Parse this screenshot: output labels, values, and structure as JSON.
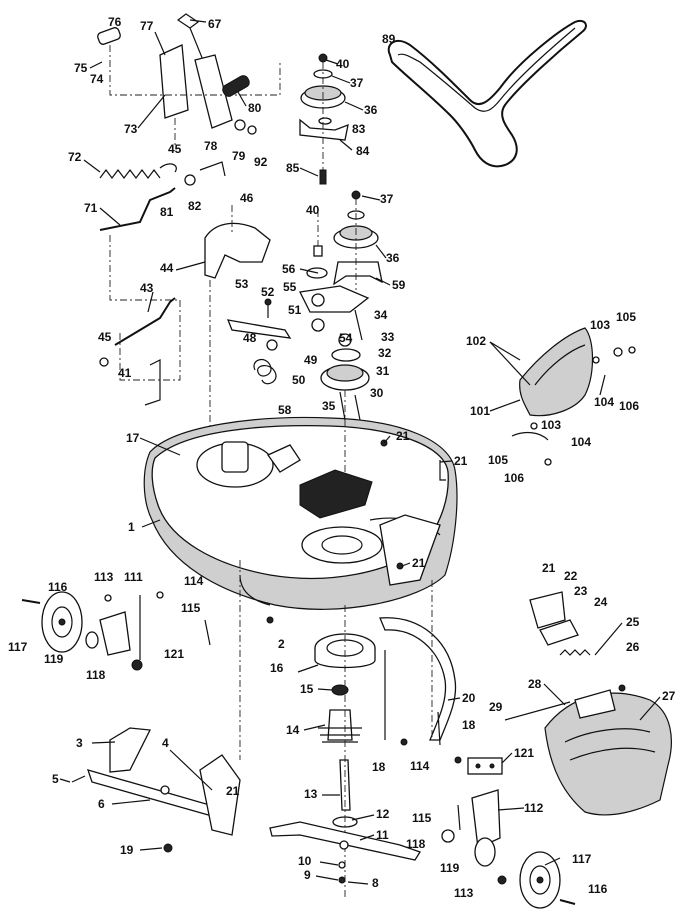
{
  "labels": {
    "p76": "76",
    "p77": "77",
    "p67": "67",
    "p75": "75",
    "p74": "74",
    "p73": "73",
    "p80": "80",
    "p78": "78",
    "p79": "79",
    "p92": "92",
    "p72": "72",
    "p45a": "45",
    "p81": "81",
    "p82": "82",
    "p71": "71",
    "p46": "46",
    "p44": "44",
    "p43": "43",
    "p45b": "45",
    "p41": "41",
    "p40a": "40",
    "p37a": "37",
    "p36a": "36",
    "p83": "83",
    "p84": "84",
    "p85": "85",
    "p40b": "40",
    "p37b": "37",
    "p36b": "36",
    "p56": "56",
    "p59": "59",
    "p55": "55",
    "p53": "53",
    "p52": "52",
    "p51": "51",
    "p48": "48",
    "p34": "34",
    "p54": "54",
    "p33": "33",
    "p32": "32",
    "p49": "49",
    "p50": "50",
    "p31": "31",
    "p30": "30",
    "p58": "58",
    "p35": "35",
    "p89": "89",
    "p102": "102",
    "p103a": "103",
    "p105a": "105",
    "p101": "101",
    "p104a": "104",
    "p106a": "106",
    "p103b": "103",
    "p104b": "104",
    "p105b": "105",
    "p106b": "106",
    "p17": "17",
    "p21a": "21",
    "p21b": "21",
    "p1": "1",
    "p21c": "21",
    "p116a": "116",
    "p113a": "113",
    "p111": "111",
    "p114a": "114",
    "p115a": "115",
    "p117a": "117",
    "p119a": "119",
    "p121a": "121",
    "p118a": "118",
    "p2": "2",
    "p16": "16",
    "p15": "15",
    "p14": "14",
    "p13": "13",
    "p12": "12",
    "p11": "11",
    "p10": "10",
    "p9": "9",
    "p8": "8",
    "p3": "3",
    "p4": "4",
    "p5": "5",
    "p6": "6",
    "p21d": "21",
    "p19": "19",
    "p18a": "18",
    "p18b": "18",
    "p20": "20",
    "p114b": "114",
    "p121b": "121",
    "p21e": "21",
    "p22": "22",
    "p23": "23",
    "p24": "24",
    "p25": "25",
    "p26": "26",
    "p27": "27",
    "p28": "28",
    "p29": "29",
    "p112": "112",
    "p115b": "115",
    "p118b": "118",
    "p119b": "119",
    "p117b": "117",
    "p113b": "113",
    "p116b": "116"
  }
}
